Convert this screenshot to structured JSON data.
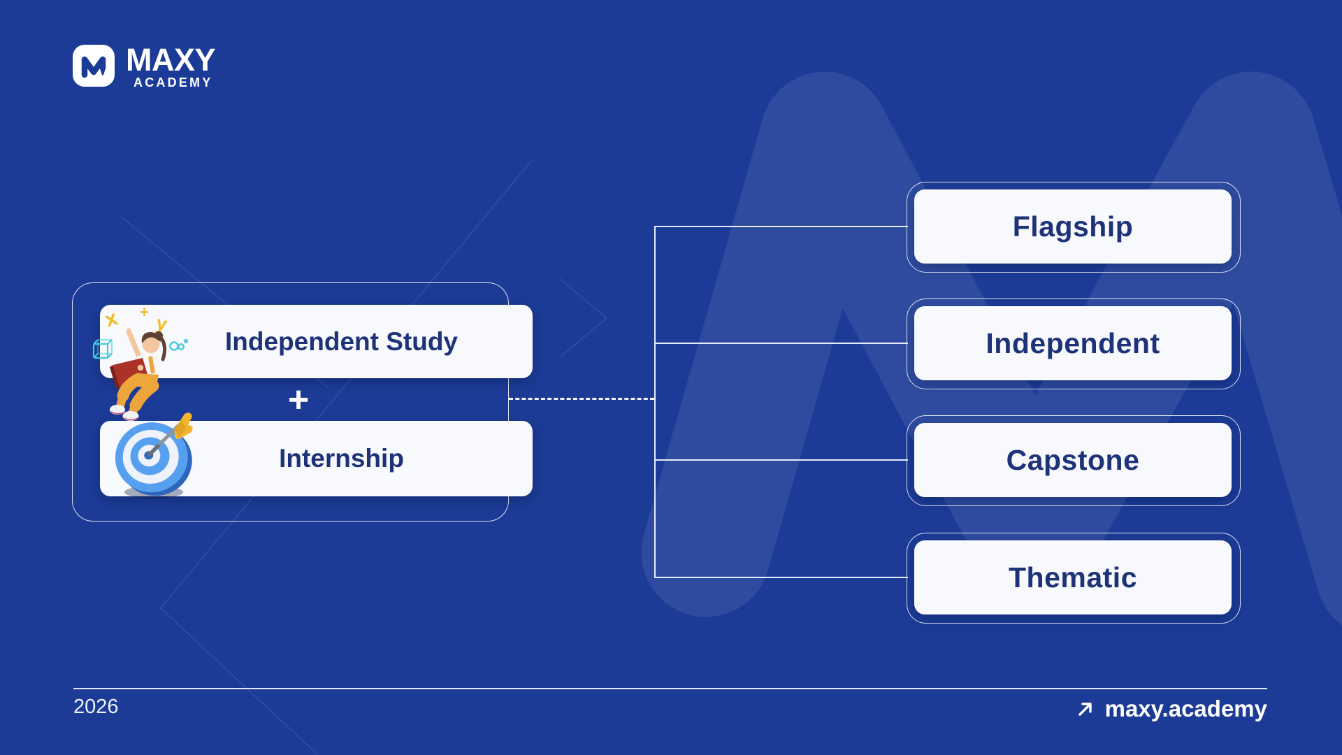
{
  "brand": {
    "name": "MAXY",
    "subtitle": "ACADEMY",
    "monogram": "M"
  },
  "icons": {
    "logo_monogram": "maxy-m-monogram",
    "item1_illustration": "person-reading-3d",
    "item2_illustration": "dartboard-dart-3d",
    "sparkles": [
      "x",
      "+",
      "y"
    ],
    "footer_arrow": "arrow-up-right",
    "background_watermark": "maxy-m-watermark"
  },
  "diagram": {
    "source": {
      "item1": "Independent Study",
      "operator": "+",
      "item2": "Internship"
    },
    "targets": [
      "Flagship",
      "Independent",
      "Capstone",
      "Thematic"
    ]
  },
  "footer": {
    "year": "2026",
    "website": "maxy.academy"
  },
  "colors": {
    "background": "#1b3b96",
    "card_bg": "#f7f9fc",
    "card_text": "#1e3278",
    "connector_line": "#e6ecf8",
    "sparkle_yellow": "#f3bb2a",
    "cyan_accent": "#45c8dc"
  }
}
